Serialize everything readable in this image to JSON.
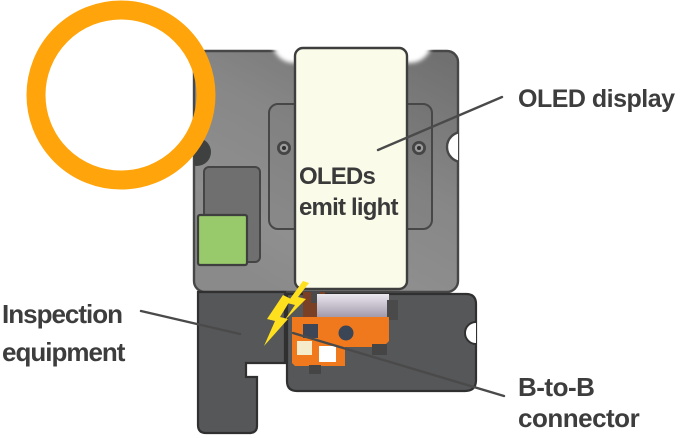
{
  "figure": {
    "title": "OLED display inspection diagram",
    "background": "#FFFFFF",
    "callouts": {
      "oled_display": {
        "text": "OLED display"
      },
      "panel_text": {
        "line1": "OLEDs",
        "line2": "emit light"
      },
      "inspection": {
        "line1": "Inspection",
        "line2": "equipment"
      },
      "btob": {
        "line1": "B-to-B",
        "line2": "connector"
      }
    },
    "colors": {
      "ring": "#FFA40B",
      "bolt": "#FFE01E",
      "connector_orange": "#F0791D",
      "green_pad": "#98C96B",
      "display_cream": "#FBFBE9",
      "body_gray": "#8C8C8C",
      "equipment_dark": "#565759",
      "outline_dark": "#3A3A3A",
      "label_text": "#3D3D3D"
    }
  }
}
